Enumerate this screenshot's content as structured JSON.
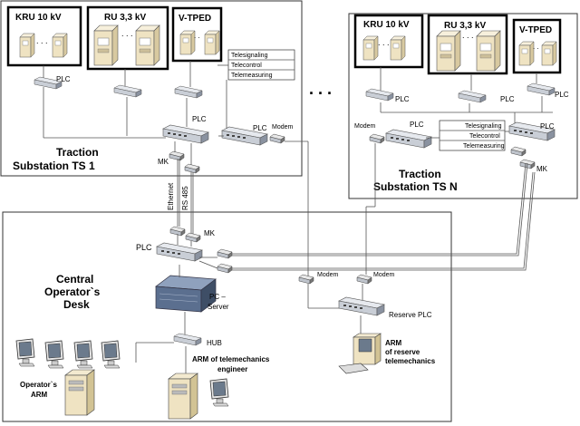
{
  "ts1": {
    "kru": "KRU 10 kV",
    "ru": "RU 3,3 kV",
    "vtped": "V-TPED",
    "title_line1": "Traction",
    "title_line2": "Substation  TS  1",
    "plc": "PLC",
    "modem": "Modem",
    "mk": "MK",
    "table": [
      "Telesignaling",
      "Telecontrol",
      "Telemeasuring"
    ]
  },
  "tsn": {
    "kru": "KRU 10 kV",
    "ru": "RU 3,3 kV",
    "vtped": "V-TPED",
    "title_line1": "Traction",
    "title_line2": "Substation  TS N",
    "plc": "PLC",
    "modem": "Modem",
    "mk": "MK",
    "table": [
      "Telesignaling",
      "Telecontrol",
      "Telemeasuring"
    ]
  },
  "ellipsis": ". . .",
  "links": {
    "ethernet": "Ethernet",
    "rs485": "RS 485"
  },
  "central": {
    "title_line1": "Central",
    "title_line2": "Operator`s",
    "title_line3": "Desk",
    "plc": "PLC",
    "mk": "MK",
    "server_line1": "PC –",
    "server_line2": "Server",
    "hub": "HUB",
    "modem1": "Modem",
    "modem2": "Modem",
    "reserve_plc": "Reserve PLC",
    "arm_eng_line1": "ARM of telemechanics",
    "arm_eng_line2": "engineer",
    "arm_res_line1": "ARM",
    "arm_res_line2": "of reserve",
    "arm_res_line3": "telemechanics",
    "op_arm_line1": "Operator`s",
    "op_arm_line2": "ARM"
  },
  "colors": {
    "plc_body": "#c9ced6",
    "plc_dark": "#7a8290",
    "cabinet": "#efe3c2",
    "server": "#5b6f8f"
  }
}
